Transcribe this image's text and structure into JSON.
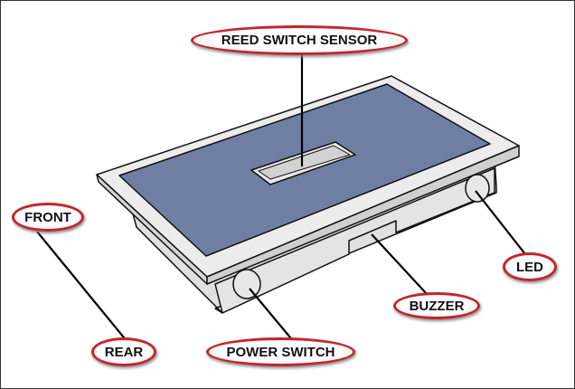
{
  "labels": {
    "reed_switch_sensor": "REED SWITCH SENSOR",
    "front": "FRONT",
    "led": "LED",
    "buzzer": "BUZZER",
    "rear": "REAR",
    "power_switch": "POWER SWITCH"
  },
  "colors": {
    "panel": "#6f7fa3",
    "body": "#e3e3e3",
    "label_border": "#c0272d"
  }
}
